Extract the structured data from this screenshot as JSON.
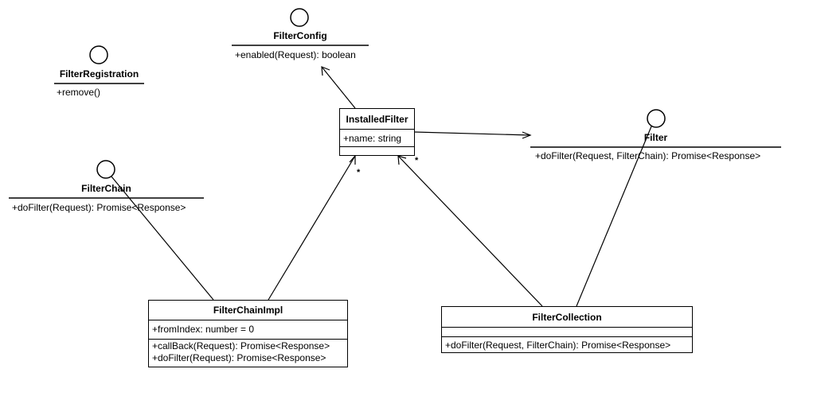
{
  "interfaces": {
    "filter_config": {
      "name": "FilterConfig",
      "op": "+enabled(Request): boolean"
    },
    "filter_registration": {
      "name": "FilterRegistration",
      "op": "+remove()"
    },
    "filter_chain": {
      "name": "FilterChain",
      "op": "+doFilter(Request): Promise<Response>"
    },
    "filter": {
      "name": "Filter",
      "op": "+doFilter(Request, FilterChain): Promise<Response>"
    }
  },
  "classes": {
    "installed_filter": {
      "name": "InstalledFilter",
      "attribute": "+name: string"
    },
    "filter_chain_impl": {
      "name": "FilterChainImpl",
      "attribute": "+fromIndex: number = 0",
      "op1": "+callBack(Request): Promise<Response>",
      "op2": "+doFilter(Request): Promise<Response>"
    },
    "filter_collection": {
      "name": "FilterCollection",
      "op": "+doFilter(Request, FilterChain): Promise<Response>"
    }
  },
  "multiplicities": {
    "chain_impl_to_installed": "*",
    "collection_to_installed": "*"
  }
}
